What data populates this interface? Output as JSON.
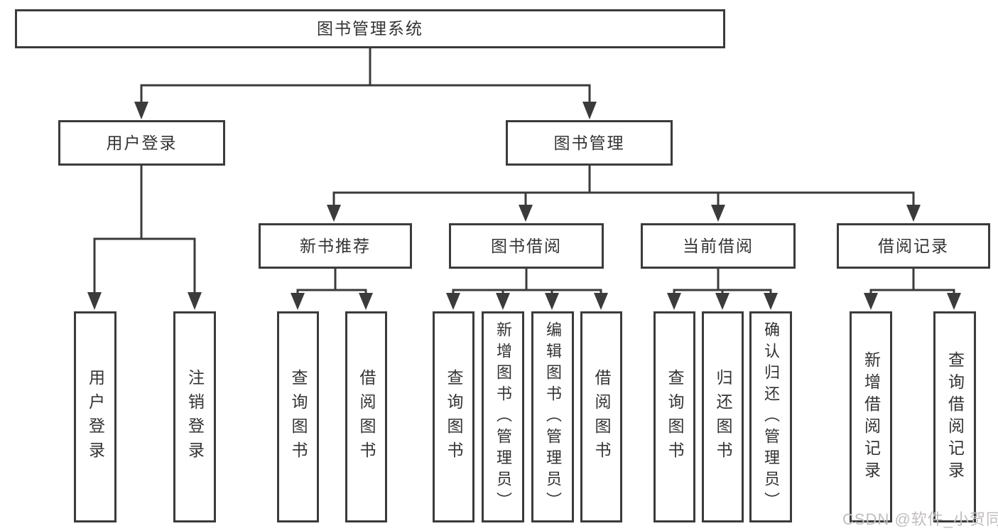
{
  "diagram": {
    "title": "图书管理系统",
    "root": {
      "label": "图书管理系统"
    },
    "level2": [
      {
        "label": "用户登录"
      },
      {
        "label": "图书管理"
      }
    ],
    "level3": [
      {
        "label": "新书推荐",
        "parent": "图书管理"
      },
      {
        "label": "图书借阅",
        "parent": "图书管理"
      },
      {
        "label": "当前借阅",
        "parent": "图书管理"
      },
      {
        "label": "借阅记录",
        "parent": "图书管理"
      }
    ],
    "leaves": [
      {
        "label": "用户登录",
        "parent": "用户登录"
      },
      {
        "label": "注销登录",
        "parent": "用户登录"
      },
      {
        "label": "查询图书",
        "parent": "新书推荐"
      },
      {
        "label": "借阅图书",
        "parent": "新书推荐"
      },
      {
        "label": "查询图书",
        "parent": "图书借阅"
      },
      {
        "label": "新增图书（管理员）",
        "parent": "图书借阅"
      },
      {
        "label": "编辑图书（管理员）",
        "parent": "图书借阅"
      },
      {
        "label": "借阅图书",
        "parent": "图书借阅"
      },
      {
        "label": "查询图书",
        "parent": "当前借阅"
      },
      {
        "label": "归还图书",
        "parent": "当前借阅"
      },
      {
        "label": "确认归还（管理员）",
        "parent": "当前借阅"
      },
      {
        "label": "新增借阅记录",
        "parent": "借阅记录"
      },
      {
        "label": "查询借阅记录",
        "parent": "借阅记录"
      }
    ],
    "colors": {
      "line": "#3b3b3b",
      "node_border": "#3b3b3b",
      "text": "#333333",
      "background": "#ffffff",
      "watermark_text": "#c1bdbd"
    }
  },
  "watermark": "CSDN @软件_小贺同学"
}
